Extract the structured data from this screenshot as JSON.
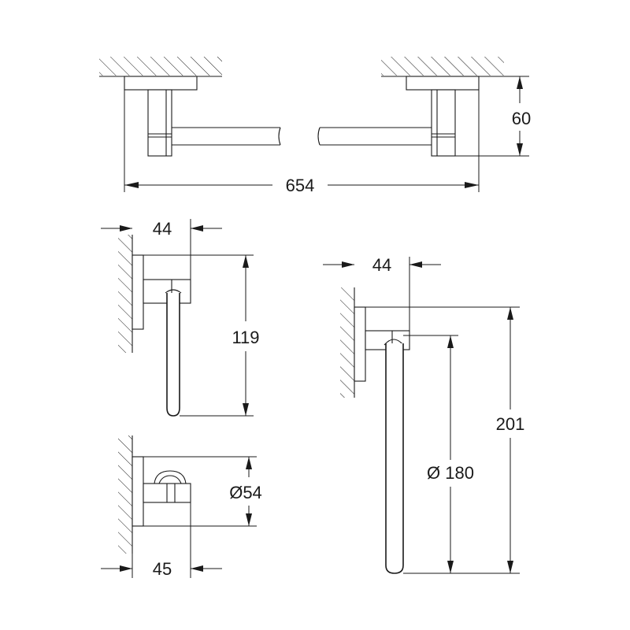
{
  "dimensions": {
    "towel_bar_length": "654",
    "towel_bar_projection": "60",
    "paper_holder_projection": "44",
    "paper_holder_height": "119",
    "ring_projection": "44",
    "ring_height": "201",
    "ring_diameter": "Ø 180",
    "hook_diameter": "Ø54",
    "hook_projection": "45"
  },
  "colors": {
    "line": "#1a1a1a",
    "background": "#ffffff"
  }
}
